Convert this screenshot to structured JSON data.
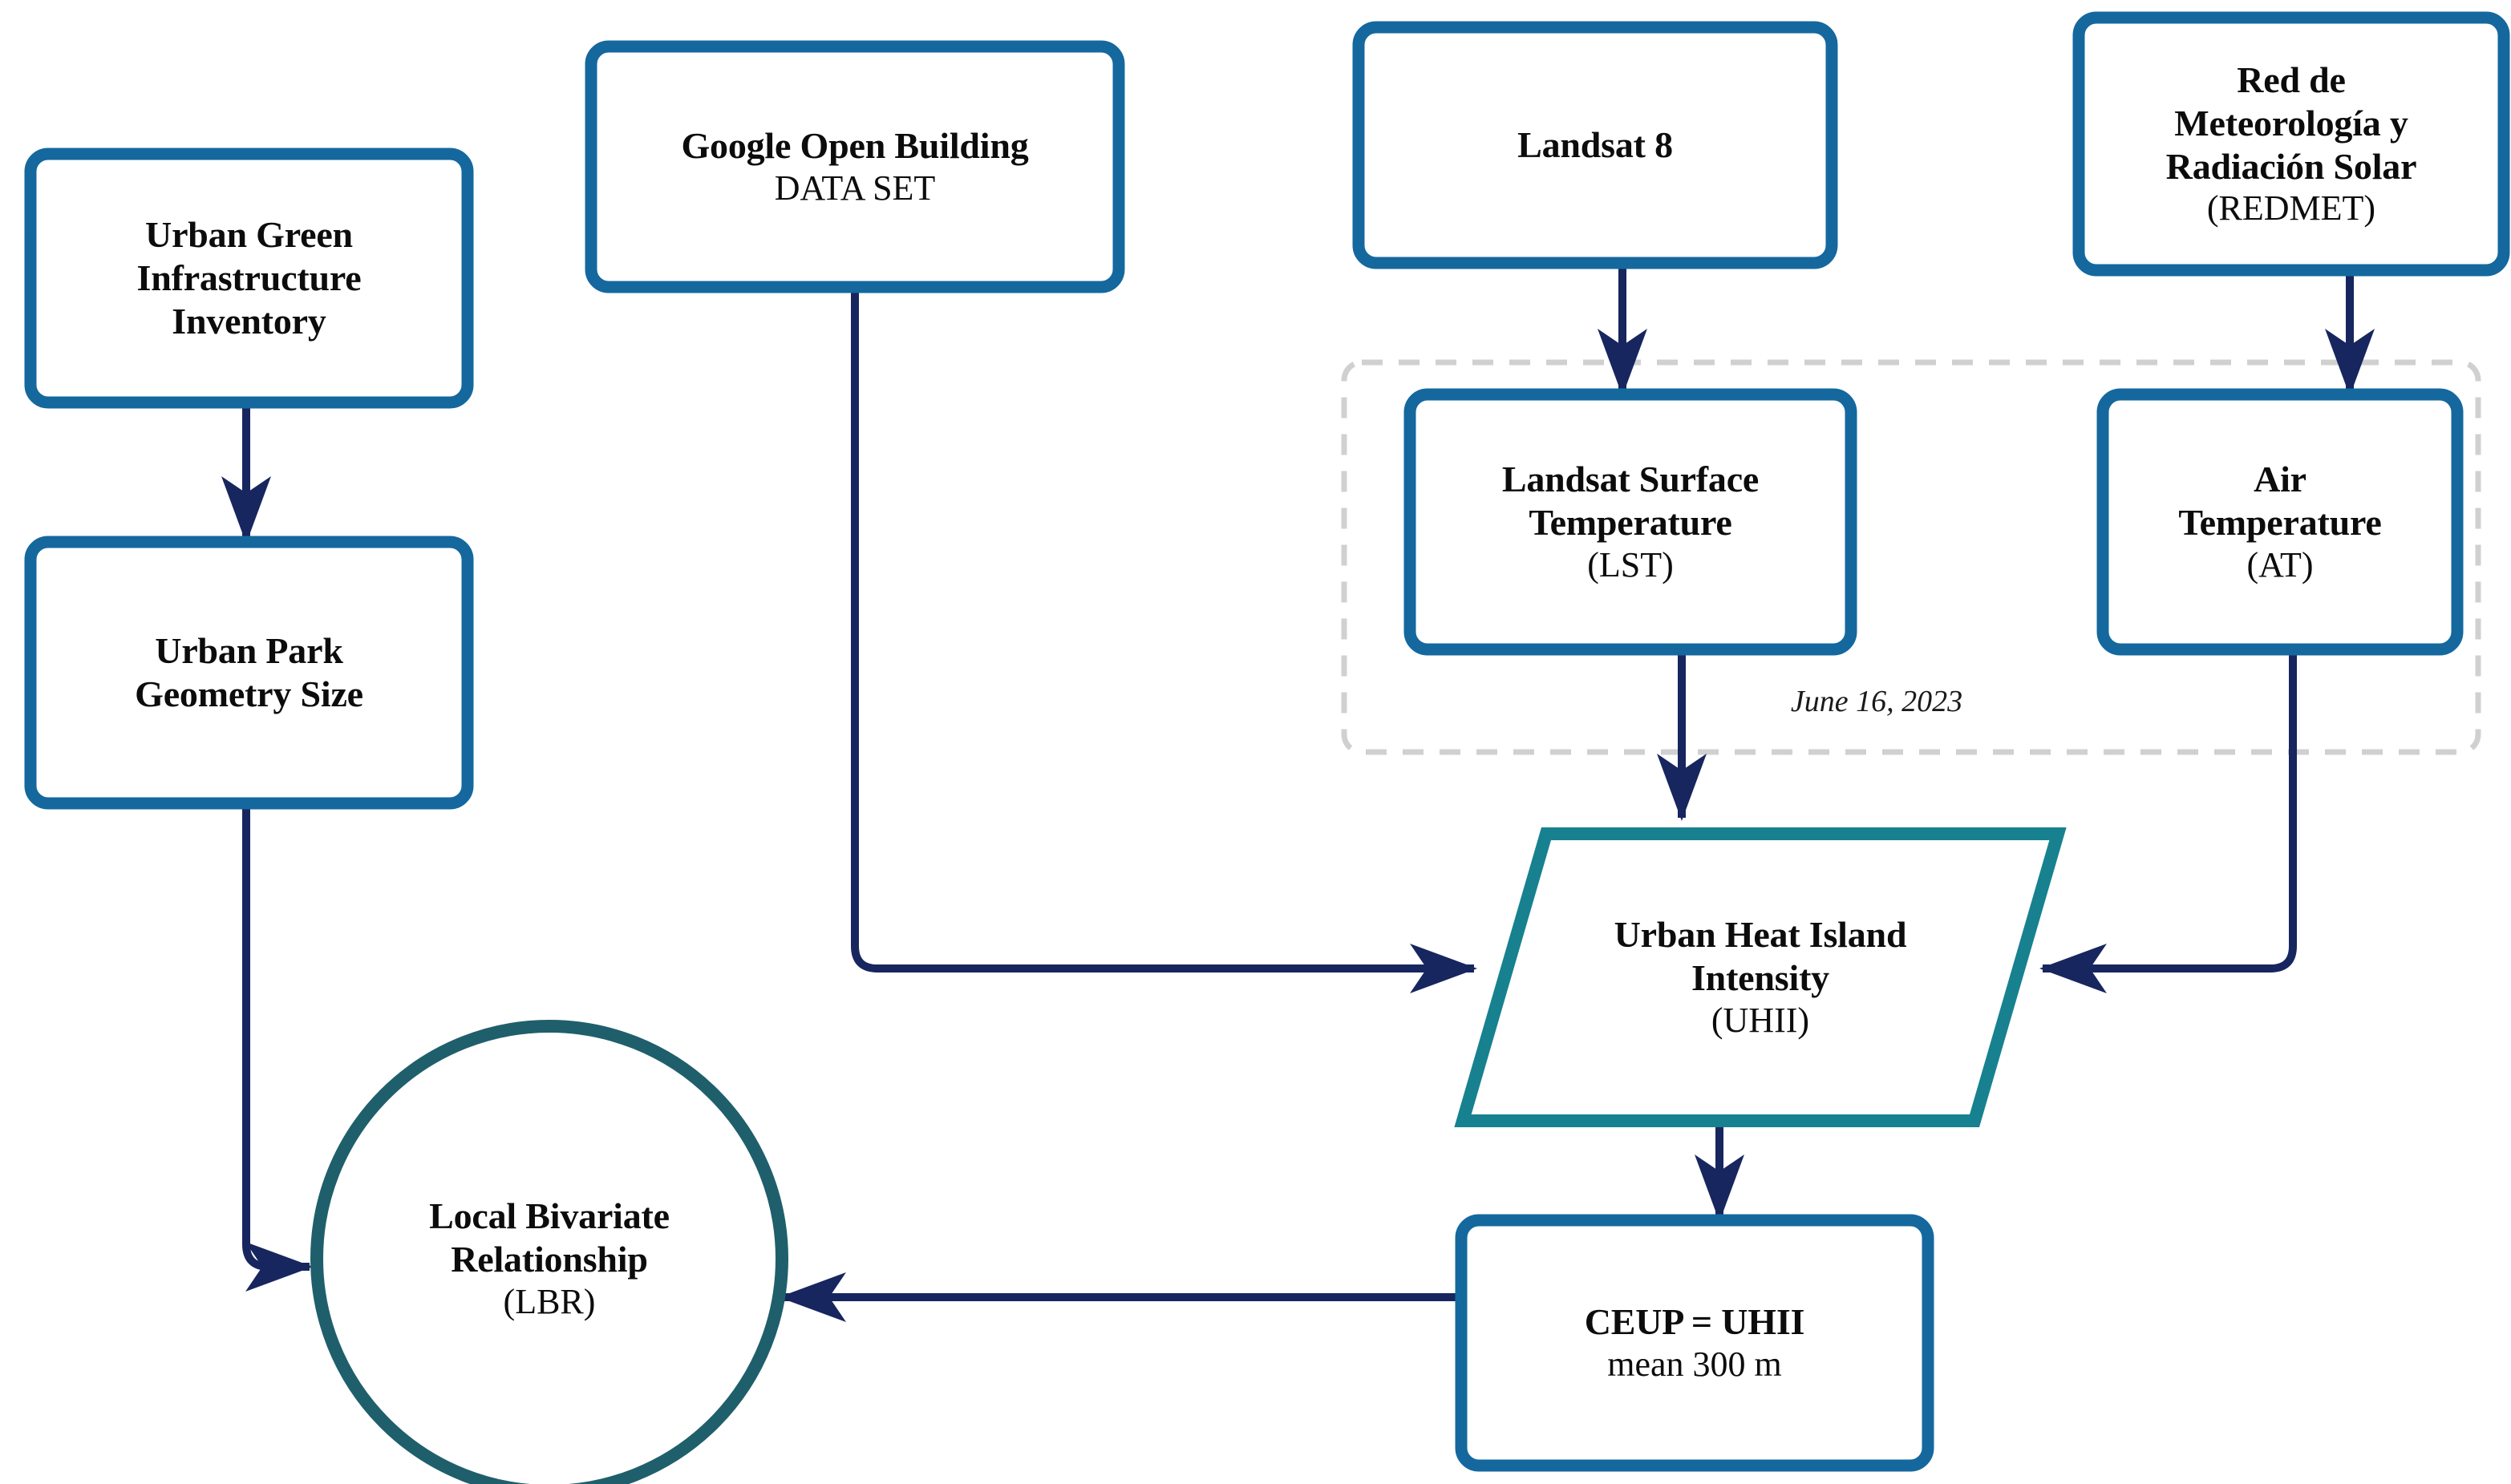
{
  "diagram": {
    "title": "Urban Heat Island Intensity methodological flowchart",
    "colors": {
      "box_border": "#14689E",
      "parallelogram_border": "#17818F",
      "circle_border": "#1F5F6B",
      "arrow": "#17265E",
      "group_dashed": "#D0D0D0",
      "text": "#0C0C0C",
      "background": "#FFFFFF"
    },
    "nodes": [
      {
        "id": "urban-green-infrastructure-inventory",
        "shape": "rounded-rect",
        "lines": [
          {
            "text": "Urban Green",
            "style": "bold"
          },
          {
            "text": "Infrastructure",
            "style": "bold"
          },
          {
            "text": "Inventory",
            "style": "bold"
          }
        ]
      },
      {
        "id": "urban-park-geometry-size",
        "shape": "rounded-rect",
        "lines": [
          {
            "text": "Urban Park",
            "style": "bold"
          },
          {
            "text": "Geometry Size",
            "style": "bold"
          }
        ]
      },
      {
        "id": "google-open-building-data-set",
        "shape": "rounded-rect",
        "lines": [
          {
            "text": "Google Open Building",
            "style": "bold"
          },
          {
            "text": "DATA SET",
            "style": "regular"
          }
        ]
      },
      {
        "id": "landsat-8",
        "shape": "rounded-rect",
        "lines": [
          {
            "text": "Landsat 8",
            "style": "bold"
          }
        ]
      },
      {
        "id": "redmet",
        "shape": "rounded-rect",
        "lines": [
          {
            "text": "Red de",
            "style": "bold"
          },
          {
            "text": "Meteorología y",
            "style": "bold"
          },
          {
            "text": "Radiación Solar",
            "style": "bold"
          },
          {
            "text": "(REDMET)",
            "style": "regular"
          }
        ]
      },
      {
        "id": "landsat-surface-temperature",
        "shape": "rounded-rect",
        "lines": [
          {
            "text": "Landsat Surface",
            "style": "bold"
          },
          {
            "text": "Temperature",
            "style": "bold"
          },
          {
            "text": "(LST)",
            "style": "regular"
          }
        ]
      },
      {
        "id": "air-temperature",
        "shape": "rounded-rect",
        "lines": [
          {
            "text": "Air",
            "style": "bold"
          },
          {
            "text": "Temperature",
            "style": "bold"
          },
          {
            "text": "(AT)",
            "style": "regular"
          }
        ]
      },
      {
        "id": "urban-heat-island-intensity",
        "shape": "parallelogram",
        "lines": [
          {
            "text": "Urban Heat Island",
            "style": "bold"
          },
          {
            "text": "Intensity",
            "style": "bold"
          },
          {
            "text": "(UHII)",
            "style": "regular"
          }
        ]
      },
      {
        "id": "ceup",
        "shape": "rounded-rect",
        "lines": [
          {
            "text": "CEUP = UHII",
            "style": "bold"
          },
          {
            "text": "mean 300 m",
            "style": "regular"
          }
        ]
      },
      {
        "id": "local-bivariate-relationship",
        "shape": "circle",
        "lines": [
          {
            "text": "Local Bivariate",
            "style": "bold"
          },
          {
            "text": "Relationship",
            "style": "bold"
          },
          {
            "text": "(LBR)",
            "style": "regular"
          }
        ]
      }
    ],
    "group_label": "June 16, 2023",
    "labels": {
      "ugi_l1": "Urban Green",
      "ugi_l2": "Infrastructure",
      "ugi_l3": "Inventory",
      "upgs_l1": "Urban Park",
      "upgs_l2": "Geometry Size",
      "gob_l1": "Google Open Building",
      "gob_l2": "DATA SET",
      "l8_l1": "Landsat 8",
      "redmet_l1": "Red de",
      "redmet_l2": "Meteorología y",
      "redmet_l3": "Radiación Solar",
      "redmet_l4": "(REDMET)",
      "lst_l1": "Landsat Surface",
      "lst_l2": "Temperature",
      "lst_l3": "(LST)",
      "at_l1": "Air",
      "at_l2": "Temperature",
      "at_l3": "(AT)",
      "uhii_l1": "Urban Heat Island",
      "uhii_l2": "Intensity",
      "uhii_l3": "(UHII)",
      "ceup_l1": "CEUP = UHII",
      "ceup_l2": "mean 300 m",
      "lbr_l1": "Local Bivariate",
      "lbr_l2": "Relationship",
      "lbr_l3": "(LBR)",
      "group_date": "June 16, 2023"
    },
    "edges": [
      {
        "from": "urban-green-infrastructure-inventory",
        "to": "urban-park-geometry-size",
        "type": "straight-down"
      },
      {
        "from": "urban-park-geometry-size",
        "to": "local-bivariate-relationship",
        "type": "elbow-down-right"
      },
      {
        "from": "google-open-building-data-set",
        "to": "urban-heat-island-intensity",
        "type": "elbow-down-right"
      },
      {
        "from": "landsat-8",
        "to": "landsat-surface-temperature",
        "type": "straight-down"
      },
      {
        "from": "redmet",
        "to": "air-temperature",
        "type": "straight-down"
      },
      {
        "from": "landsat-surface-temperature",
        "to": "urban-heat-island-intensity",
        "type": "straight-down"
      },
      {
        "from": "air-temperature",
        "to": "urban-heat-island-intensity",
        "type": "elbow-down-left"
      },
      {
        "from": "urban-heat-island-intensity",
        "to": "ceup",
        "type": "straight-down"
      },
      {
        "from": "ceup",
        "to": "local-bivariate-relationship",
        "type": "straight-left"
      }
    ]
  }
}
